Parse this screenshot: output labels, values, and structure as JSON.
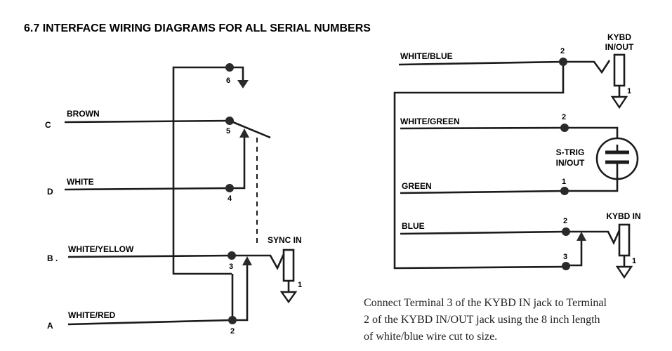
{
  "section_title": "6.7  INTERFACE WIRING DIAGRAMS FOR ALL SERIAL NUMBERS",
  "left": {
    "letters": {
      "c": "C",
      "d": "D",
      "b": "B .",
      "a": "A"
    },
    "wires": {
      "brown": "BROWN",
      "white": "WHITE",
      "white_yellow": "WHITE/YELLOW",
      "white_red": "WHITE/RED"
    },
    "terminals": {
      "t6": "6",
      "t5": "5",
      "t4": "4",
      "t3": "3",
      "t2": "2",
      "t1": "1"
    },
    "jack_label": "SYNC IN"
  },
  "right": {
    "wires": {
      "white_blue": "WHITE/BLUE",
      "white_green": "WHITE/GREEN",
      "green": "GREEN",
      "blue": "BLUE"
    },
    "terminals": {
      "wb2": "2",
      "wg2": "2",
      "g1": "1",
      "b2": "2",
      "b3": "3",
      "kio1": "1",
      "kin1": "1"
    },
    "kybd_inout": {
      "line1": "KYBD",
      "line2": "IN/OUT"
    },
    "strig": {
      "line1": "S-TRIG",
      "line2": "IN/OUT"
    },
    "kybd_in": "KYBD IN"
  },
  "note": {
    "line1": "Connect Terminal 3 of the KYBD IN jack to Terminal",
    "line2": "2 of the KYBD IN/OUT jack using the 8 inch length",
    "line3": "of white/blue wire cut to size."
  }
}
